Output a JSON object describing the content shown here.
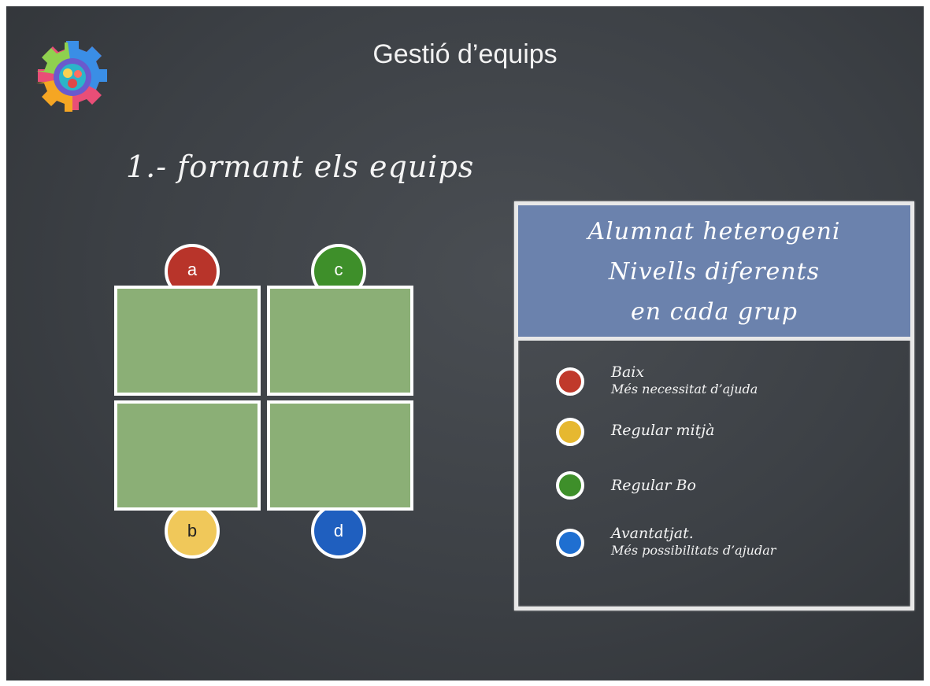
{
  "header": {
    "title": "Gestió d’equips"
  },
  "section": {
    "subtitle": "1.- formant els equips"
  },
  "seating": {
    "students": [
      {
        "letter": "a",
        "color": "#b8342a"
      },
      {
        "letter": "c",
        "color": "#3e8f2a"
      },
      {
        "letter": "b",
        "color": "#f0c85a"
      },
      {
        "letter": "d",
        "color": "#1f5fbf"
      }
    ],
    "desk_color": "#8baf76"
  },
  "panel": {
    "heading_lines": [
      "Alumnat heterogeni",
      "Nivells diferents",
      "en cada grup"
    ],
    "legend": [
      {
        "color": "#c0392b",
        "label": "Baix",
        "sublabel": "Més necessitat d’ajuda"
      },
      {
        "color": "#e6b830",
        "label": "Regular mitjà",
        "sublabel": ""
      },
      {
        "color": "#3e8f2a",
        "label": "Regular Bo",
        "sublabel": ""
      },
      {
        "color": "#1f6fd1",
        "label": "Avantatjat.",
        "sublabel": "Més possibilitats d’ajudar"
      }
    ]
  }
}
